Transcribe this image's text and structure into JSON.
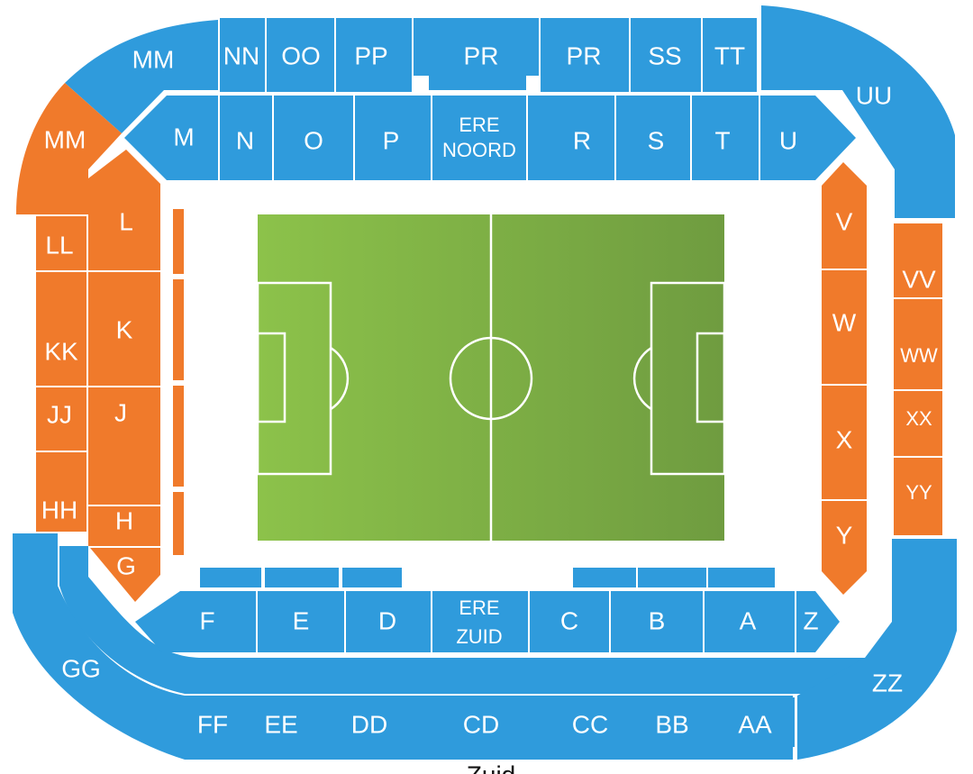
{
  "colors": {
    "blue": "#2f9bdc",
    "orange": "#f07a2b",
    "pitch_left": "#8cc24a",
    "pitch_right": "#6f9c40",
    "lines": "#ffffff",
    "background": "#ffffff"
  },
  "pitch": {
    "name": "football-pitch"
  },
  "sections": {
    "MM_top": "MM",
    "MM_left": "MM",
    "NN": "NN",
    "OO": "OO",
    "PP": "PP",
    "PR_1": "PR",
    "PR_2": "PR",
    "SS": "SS",
    "TT": "TT",
    "UU": "UU",
    "M": "M",
    "N": "N",
    "O": "O",
    "P": "P",
    "ERE_NOORD_1": "ERE",
    "ERE_NOORD_2": "NOORD",
    "R": "R",
    "S": "S",
    "T": "T",
    "U": "U",
    "L": "L",
    "LL": "LL",
    "K": "K",
    "KK": "KK",
    "J": "J",
    "JJ": "JJ",
    "H": "H",
    "HH": "HH",
    "G": "G",
    "V": "V",
    "VV": "VV",
    "W": "W",
    "WW": "WW",
    "X": "X",
    "XX": "XX",
    "Y": "Y",
    "YY": "YY",
    "F": "F",
    "E": "E",
    "D": "D",
    "ERE_ZUID_1": "ERE",
    "ERE_ZUID_2": "ZUID",
    "C": "C",
    "B": "B",
    "A": "A",
    "Z": "Z",
    "GG": "GG",
    "ZZ": "ZZ",
    "FF": "FF",
    "EE": "EE",
    "DD": "DD",
    "CD": "CD",
    "CC": "CC",
    "BB": "BB",
    "AA": "AA"
  },
  "bottom_caption": "Zuid"
}
